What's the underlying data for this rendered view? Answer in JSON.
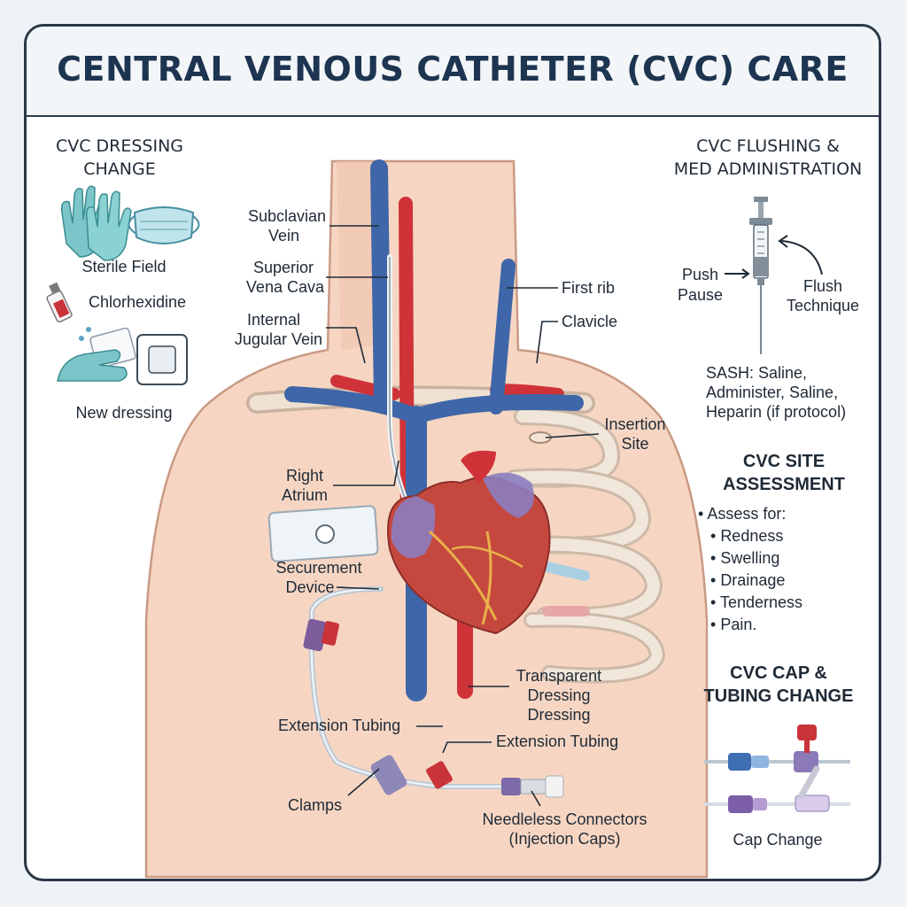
{
  "title": "CENTRAL VENOUS CATHETER (CVC) CARE",
  "dressing_change": {
    "heading_line1": "CVC DRESSING",
    "heading_line2": "CHANGE",
    "sterile_field": "Sterile Field",
    "chlorhexidine": "Chlorhexidine",
    "new_dressing": "New dressing"
  },
  "anatomy": {
    "subclavian_vein_l1": "Subclavian",
    "subclavian_vein_l2": "Vein",
    "svc_l1": "Superior",
    "svc_l2": "Vena Cava",
    "ijv_l1": "Internal",
    "ijv_l2": "Jugular Vein",
    "first_rib": "First rib",
    "clavicle": "Clavicle",
    "insertion_l1": "Insertion",
    "insertion_l2": "Site",
    "right_atrium_l1": "Right",
    "right_atrium_l2": "Atrium",
    "securement_l1": "Securement",
    "securement_l2": "Device",
    "transparent_l1": "Transparent",
    "transparent_l2": "Dressing",
    "transparent_l3": "Dressing",
    "extension_tubing_left": "Extension Tubing",
    "extension_tubing_right": "Extension Tubing",
    "clamps": "Clamps",
    "needleless_l1": "Needleless Connectors",
    "needleless_l2": "(Injection Caps)"
  },
  "flushing": {
    "heading_line1": "CVC FLUSHING &",
    "heading_line2": "MED ADMINISTRATION",
    "push": "Push",
    "pause": "Pause",
    "flush_l1": "Flush",
    "flush_l2": "Technique",
    "sash_l1": "SASH: Saline,",
    "sash_l2": "Administer, Saline,",
    "sash_l3": "Heparin (if protocol)"
  },
  "site_assessment": {
    "heading_line1": "CVC SITE",
    "heading_line2": "ASSESSMENT",
    "intro": "Assess for:",
    "items": [
      "Redness",
      "Swelling",
      "Drainage",
      "Tenderness",
      "Pain."
    ]
  },
  "cap_change": {
    "heading_line1": "CVC CAP &",
    "heading_line2": "TUBING CHANGE",
    "caption": "Cap Change"
  },
  "colors": {
    "vein": "#3f66a8",
    "artery": "#cf3338",
    "skin": "#f6d6c3",
    "heart": "#c5483f",
    "glove": "#7cc5c8",
    "title": "#1d3550"
  }
}
